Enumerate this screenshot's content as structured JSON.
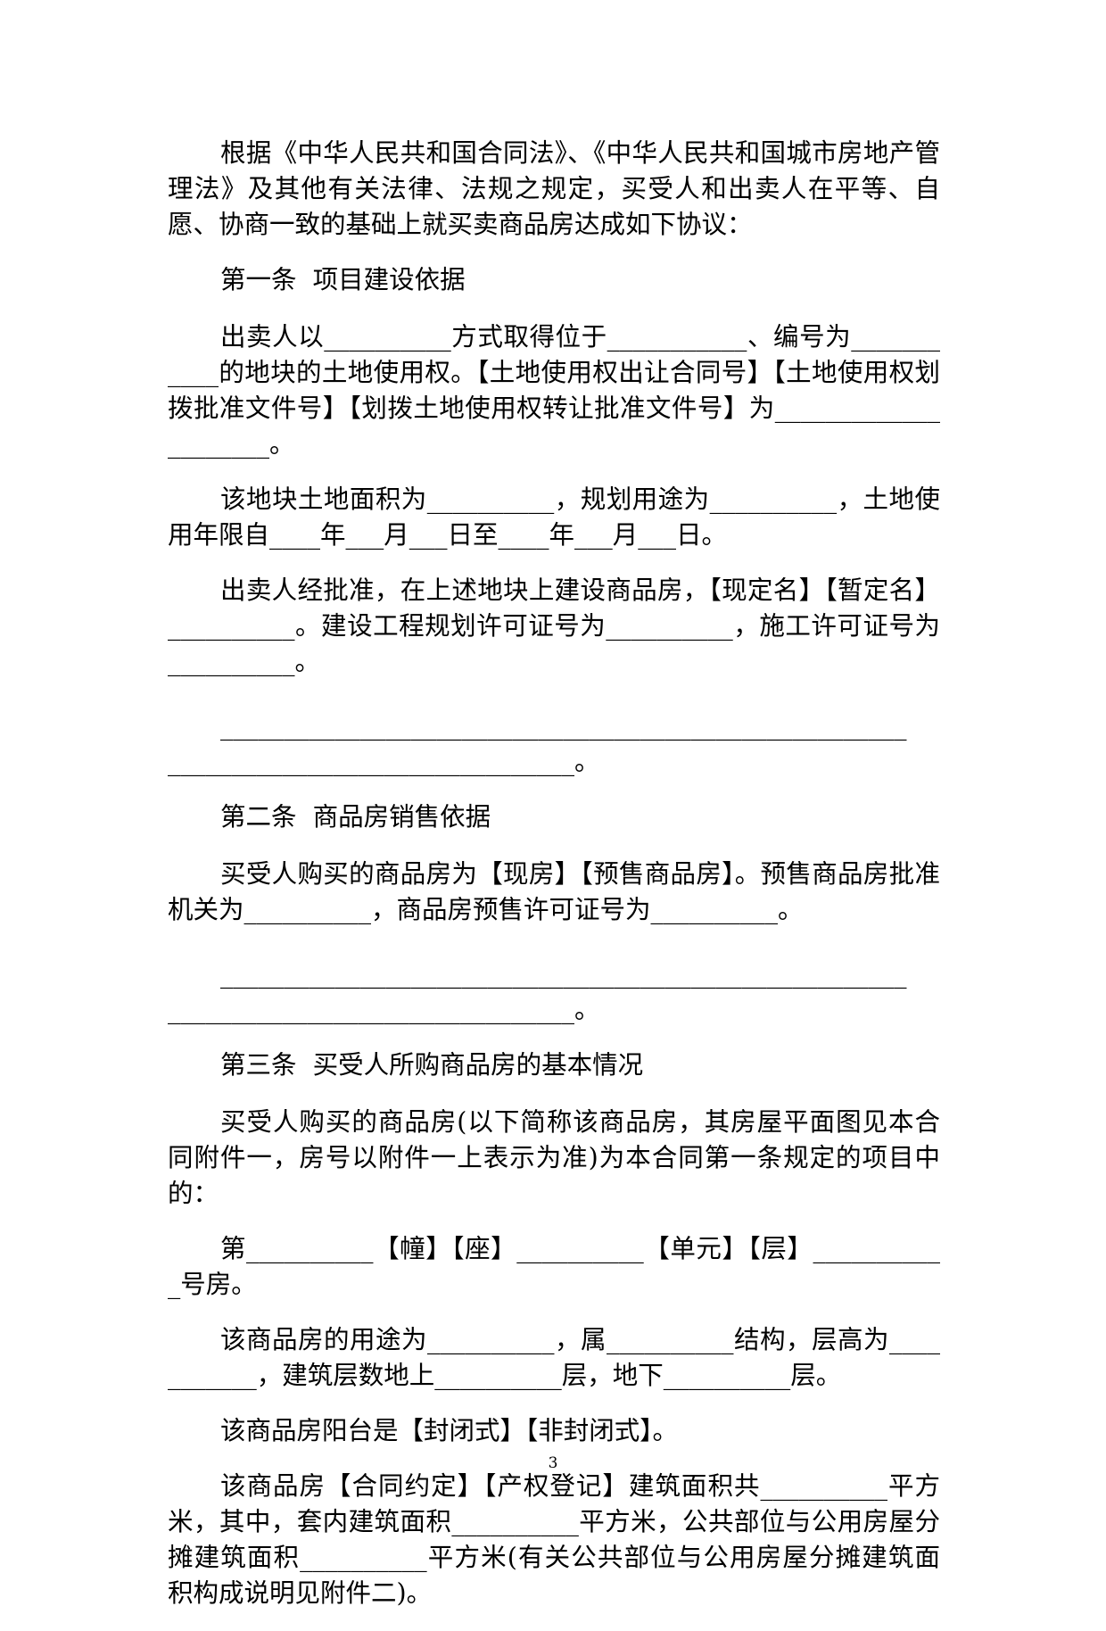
{
  "document": {
    "paragraphs": [
      "根据《中华人民共和国合同法》、《中华人民共和国城市房地产管理法》及其他有关法律、法规之规定，买受人和出卖人在平等、自愿、协商一致的基础上就买卖商品房达成如下协议：",
      "第一条  项目建设依据",
      "出卖人以__________方式取得位于___________、编号为___________的地块的土地使用权。【土地使用权出让合同号】【土地使用权划拨批准文件号】【划拨土地使用权转让批准文件号】为_____________________。",
      "该地块土地面积为__________，规划用途为__________，土地使用年限自____年___月___日至____年___月___日。",
      "出卖人经批准，在上述地块上建设商品房，【现定名】【暂定名】__________。建设工程规划许可证号为__________，施工许可证号为__________。"
    ],
    "blank_block_1": {
      "line1": "______________________________________________________",
      "line2": "________________________________。"
    },
    "paragraphs_2": [
      "第二条  商品房销售依据",
      "买受人购买的商品房为【现房】【预售商品房】。预售商品房批准机关为__________，商品房预售许可证号为__________。"
    ],
    "blank_block_2": {
      "line1": "______________________________________________________",
      "line2": "________________________________。"
    },
    "paragraphs_3": [
      "第三条  买受人所购商品房的基本情况",
      "买受人购买的商品房(以下简称该商品房，其房屋平面图见本合同附件一，房号以附件一上表示为准)为本合同第一条规定的项目中的：",
      "第__________【幢】【座】__________【单元】【层】___________号房。",
      "该商品房的用途为__________，属__________结构，层高为___________，建筑层数地上__________层，地下__________层。",
      "该商品房阳台是【封闭式】【非封闭式】。",
      "该商品房【合同约定】【产权登记】建筑面积共__________平方米，其中，套内建筑面积__________平方米，公共部位与公用房屋分摊建筑面积__________平方米(有关公共部位与公用房屋分摊建筑面积构成说明见附件二)。"
    ],
    "page_number": "3"
  }
}
